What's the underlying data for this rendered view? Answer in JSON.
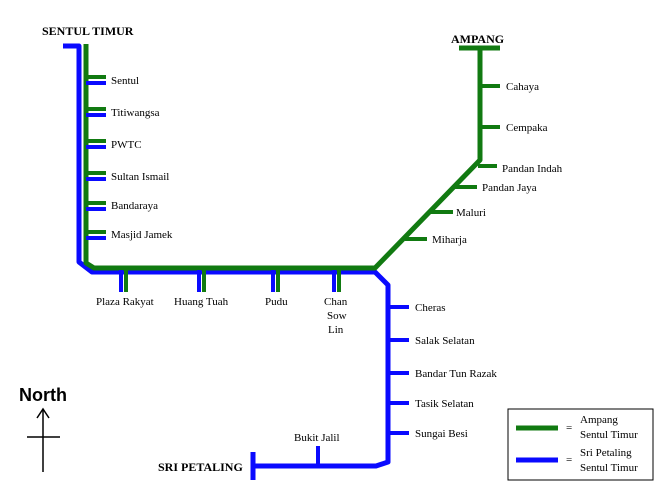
{
  "colors": {
    "green_line": "#117a11",
    "blue_line": "#0a0aff",
    "background": "#ffffff"
  },
  "terminals": {
    "sentul_timur": "SENTUL TIMUR",
    "ampang": "AMPANG",
    "sri_petaling": "SRI PETALING"
  },
  "stations": {
    "sentul": "Sentul",
    "titiwangsa": "Titiwangsa",
    "pwtc": "PWTC",
    "sultan_ismail": "Sultan Ismail",
    "bandaraya": "Bandaraya",
    "masjid_jamek": "Masjid Jamek",
    "plaza_rakyat": "Plaza Rakyat",
    "hang_tuah": "Huang Tuah",
    "pudu": "Pudu",
    "chan_sow_lin": [
      "Chan",
      "Sow",
      "Lin"
    ],
    "cahaya": "Cahaya",
    "cempaka": "Cempaka",
    "pandan_indah": "Pandan Indah",
    "pandan_jaya": "Pandan Jaya",
    "maluri": "Maluri",
    "miharja": "Miharja",
    "cheras": "Cheras",
    "salak_selatan": "Salak Selatan",
    "bandar_tun_razak": "Bandar Tun Razak",
    "tasik_selatan": "Tasik Selatan",
    "sungai_besi": "Sungai Besi",
    "bukit_jalil": "Bukit Jalil"
  },
  "compass": {
    "label": "North",
    "icon": "north-arrow-icon"
  },
  "legend": {
    "green": {
      "lines": [
        "Ampang",
        "Sentul Timur"
      ],
      "symbol": "="
    },
    "blue": {
      "lines": [
        "Sri Petaling",
        "Sentul Timur"
      ],
      "symbol": "="
    }
  }
}
